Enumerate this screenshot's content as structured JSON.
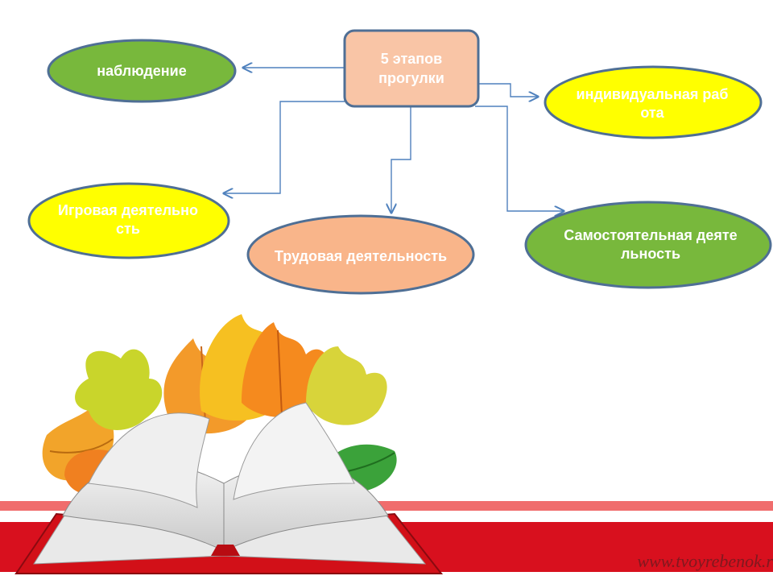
{
  "diagram": {
    "center": {
      "text": "5 этапов прогулки"
    },
    "nodes": [
      {
        "id": "observation",
        "text": "наблюдение"
      },
      {
        "id": "individual",
        "text": "индивидуальная работа"
      },
      {
        "id": "play",
        "text": "Игровая деятельность"
      },
      {
        "id": "labor",
        "text": "Трудовая деятельность"
      },
      {
        "id": "independent",
        "text": "Самостоятельная деятельность"
      }
    ]
  },
  "watermark": "www.tvoyrebenok.r",
  "colors": {
    "center_fill": "#f9c5a6",
    "green": "#78b83c",
    "yellow": "#ffff00",
    "peach": "#f9b58a",
    "ellipse_border": "#4f6f95",
    "connector": "#4f81bd",
    "ribbon_red": "#d8101e",
    "ribbon_stripe": "#f06d6d"
  }
}
